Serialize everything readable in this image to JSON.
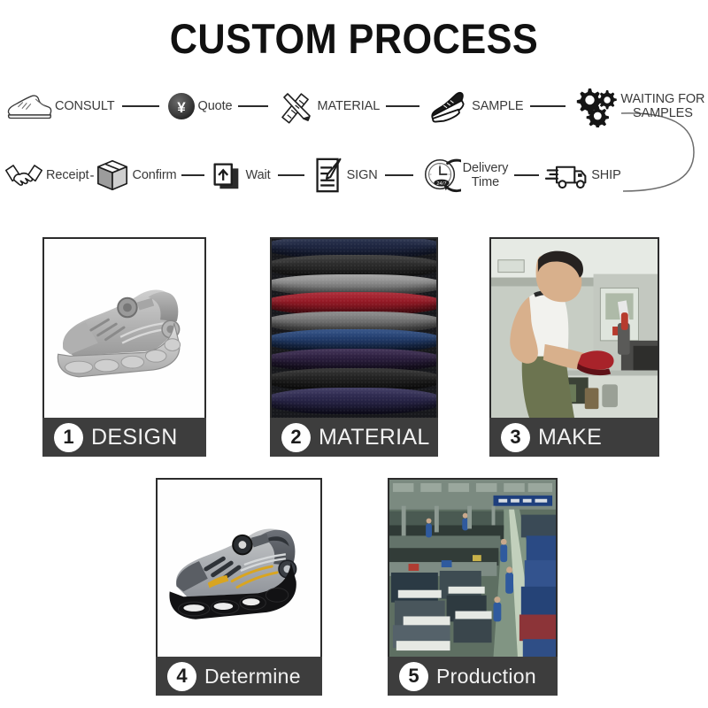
{
  "page": {
    "title": "CUSTOM PROCESS",
    "background": "#ffffff",
    "accent_dark": "#3d3d3d",
    "text_dark": "#3a3a3a"
  },
  "flow": {
    "row1": [
      {
        "icon": "sneaker-icon",
        "label": "CONSULT"
      },
      {
        "icon": "connector-line",
        "label": ""
      },
      {
        "icon": "yen-coin-icon",
        "label": "Quote"
      },
      {
        "icon": "connector-line",
        "label": ""
      },
      {
        "icon": "ruler-pencil-icon",
        "label": "MATERIAL"
      },
      {
        "icon": "connector-line",
        "label": ""
      },
      {
        "icon": "shoe-sample-icon",
        "label": "SAMPLE"
      },
      {
        "icon": "connector-line",
        "label": ""
      },
      {
        "icon": "gears-icon",
        "label": "WAITING FOR SAMPLES"
      }
    ],
    "row2": [
      {
        "icon": "handshake-icon",
        "label": "Receipt"
      },
      {
        "icon": "dash",
        "label": "-"
      },
      {
        "icon": "box-icon",
        "label": "Confirm"
      },
      {
        "icon": "connector-line",
        "label": ""
      },
      {
        "icon": "upload-icon",
        "label": "Wait"
      },
      {
        "icon": "connector-line",
        "label": ""
      },
      {
        "icon": "sign-document-icon",
        "label": "SIGN"
      },
      {
        "icon": "connector-line",
        "label": ""
      },
      {
        "icon": "clock-247-icon",
        "label": "Delivery Time"
      },
      {
        "icon": "connector-line",
        "label": ""
      },
      {
        "icon": "truck-icon",
        "label": "SHIP"
      }
    ],
    "labels": {
      "consult": "CONSULT",
      "quote": "Quote",
      "material": "MATERIAL",
      "sample": "SAMPLE",
      "waiting_line1": "WAITING FOR",
      "waiting_line2": "SAMPLES",
      "receipt": "Receipt",
      "dash": "-",
      "confirm": "Confirm",
      "wait": "Wait",
      "sign": "SIGN",
      "delivery_line1": "Delivery",
      "delivery_line2": "Time",
      "ship": "SHIP",
      "yen_symbol": "¥"
    }
  },
  "cards": [
    {
      "number": "1",
      "label": "DESIGN",
      "image": "gray-sneaker-photo",
      "row": 1
    },
    {
      "number": "2",
      "label": "MATERIAL",
      "image": "mesh-fabric-rolls-photo",
      "row": 1
    },
    {
      "number": "3",
      "label": "MAKE",
      "image": "worker-shoe-machine-photo",
      "row": 1
    },
    {
      "number": "4",
      "label": "Determine",
      "image": "gray-gold-sneaker-photo",
      "row": 2
    },
    {
      "number": "5",
      "label": "Production",
      "image": "factory-floor-photo",
      "row": 2
    }
  ]
}
